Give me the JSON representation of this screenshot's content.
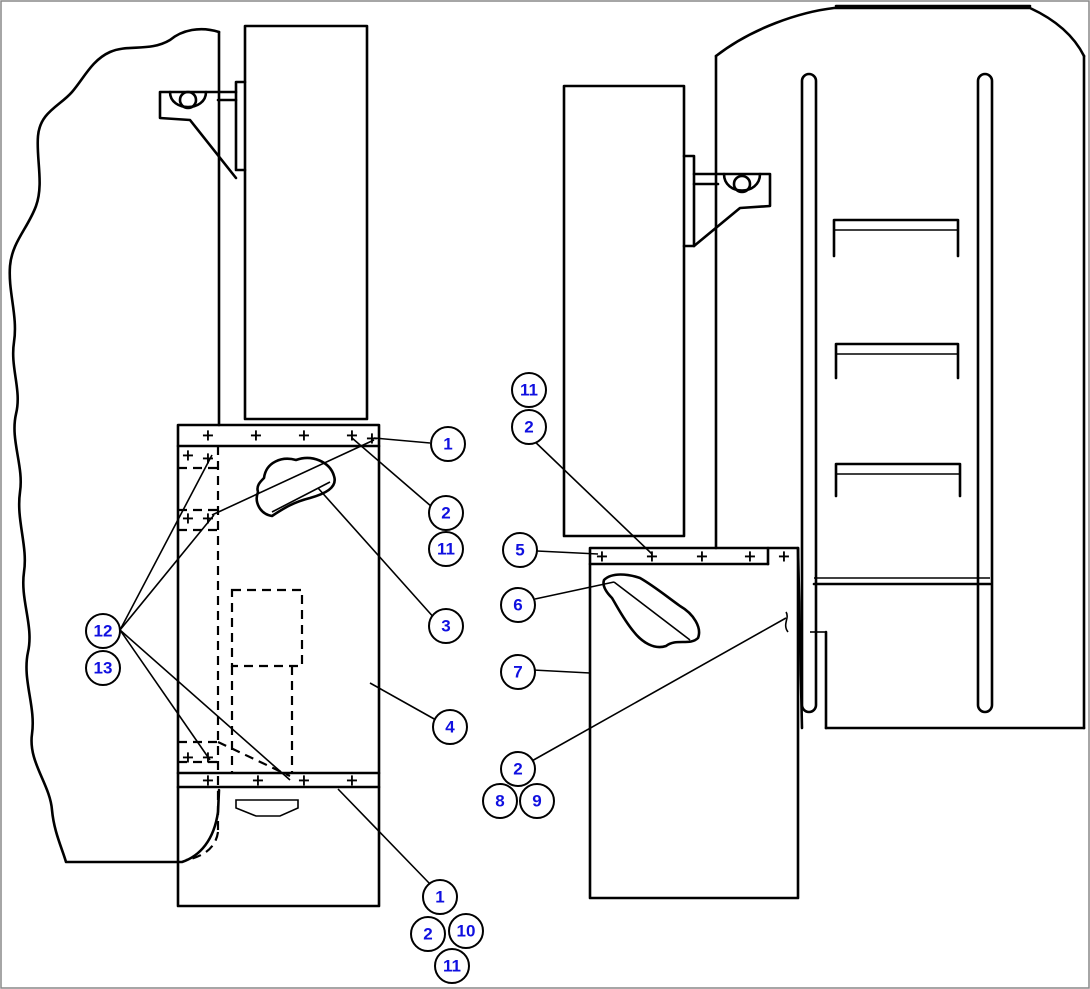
{
  "callouts": [
    {
      "id": "c1",
      "label": "1"
    },
    {
      "id": "c2",
      "label": "2"
    },
    {
      "id": "c3",
      "label": "11"
    },
    {
      "id": "c4",
      "label": "3"
    },
    {
      "id": "c5",
      "label": "4"
    },
    {
      "id": "c6",
      "label": "12"
    },
    {
      "id": "c7",
      "label": "13"
    },
    {
      "id": "c8",
      "label": "1"
    },
    {
      "id": "c9",
      "label": "2"
    },
    {
      "id": "c10",
      "label": "10"
    },
    {
      "id": "c11",
      "label": "11"
    },
    {
      "id": "c12",
      "label": "11"
    },
    {
      "id": "c13",
      "label": "2"
    },
    {
      "id": "c14",
      "label": "5"
    },
    {
      "id": "c15",
      "label": "6"
    },
    {
      "id": "c16",
      "label": "7"
    },
    {
      "id": "c17",
      "label": "2"
    },
    {
      "id": "c18",
      "label": "8"
    },
    {
      "id": "c19",
      "label": "9"
    }
  ],
  "colors": {
    "callout_text": "#1010e0",
    "line": "#000000",
    "background": "#ffffff"
  }
}
